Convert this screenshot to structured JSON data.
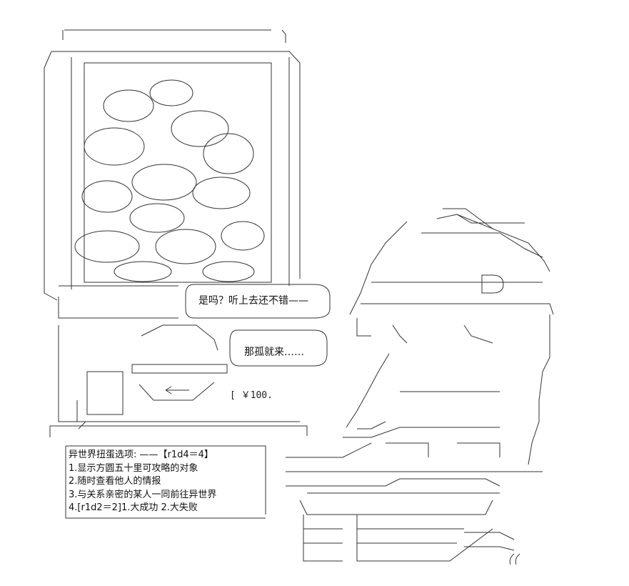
{
  "bubbles": {
    "first": "是吗？听上去还不错——",
    "second": "那孤就来……"
  },
  "price_tag": "[ ￥100.",
  "choices": {
    "title": "异世界扭蛋选项: ——【r1d4＝4】",
    "items": [
      "1.显示方圆五十里可攻略的对象",
      "2.随时查看他人的情报",
      "3.与关系亲密的某人一同前往异世界",
      "4.[r1d2＝2]1.大成功 2.大失败"
    ]
  }
}
